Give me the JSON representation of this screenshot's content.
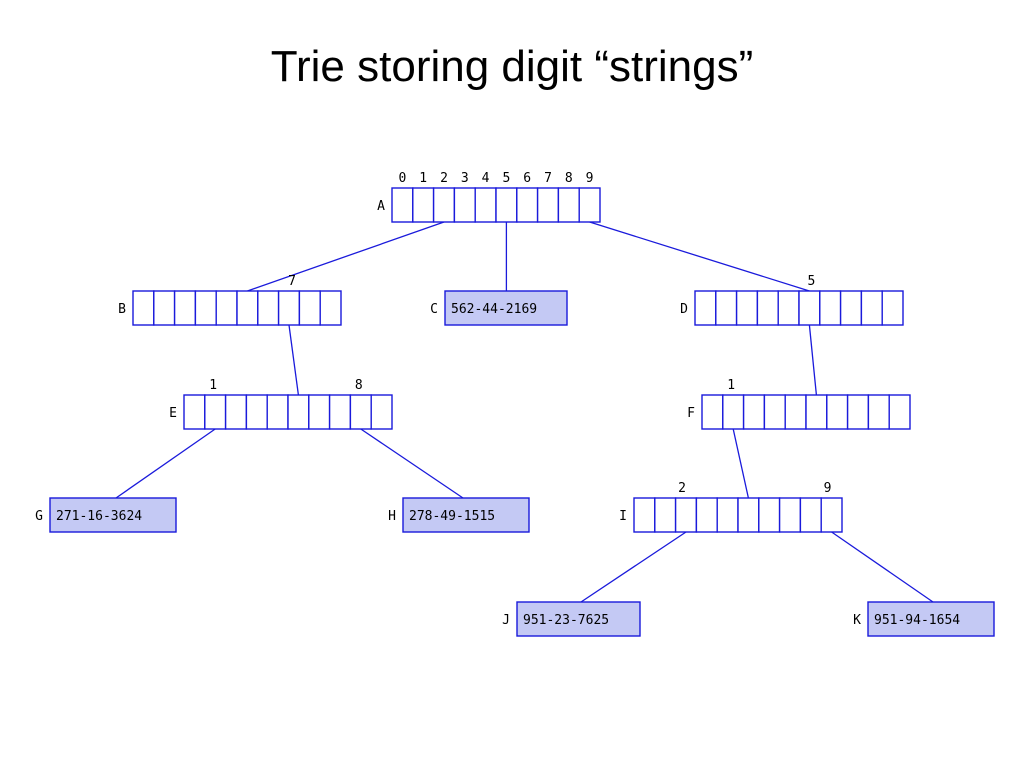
{
  "title": "Trie storing digit “strings”",
  "colors": {
    "line": "#1a1adb",
    "leaf_fill": "#c4c9f4",
    "background": "#ffffff"
  },
  "digit_header": [
    "0",
    "1",
    "2",
    "3",
    "4",
    "5",
    "6",
    "7",
    "8",
    "9"
  ],
  "nodes": [
    {
      "id": "A",
      "label": "A",
      "cells": 10
    },
    {
      "id": "B",
      "label": "B",
      "cells": 10
    },
    {
      "id": "C",
      "label": "C",
      "leaf": "562-44-2169"
    },
    {
      "id": "D",
      "label": "D",
      "cells": 10
    },
    {
      "id": "E",
      "label": "E",
      "cells": 10
    },
    {
      "id": "F",
      "label": "F",
      "cells": 10
    },
    {
      "id": "G",
      "label": "G",
      "leaf": "271-16-3624"
    },
    {
      "id": "H",
      "label": "H",
      "leaf": "278-49-1515"
    },
    {
      "id": "I",
      "label": "I",
      "cells": 10
    },
    {
      "id": "J",
      "label": "J",
      "leaf": "951-23-7625"
    },
    {
      "id": "K",
      "label": "K",
      "leaf": "951-94-1654"
    }
  ],
  "edges": [
    {
      "from": "A",
      "to": "B",
      "digit": "7"
    },
    {
      "from": "A",
      "to": "C",
      "digit": ""
    },
    {
      "from": "A",
      "to": "D",
      "digit": "5"
    },
    {
      "from": "B",
      "to": "E",
      "digit": ""
    },
    {
      "from": "E",
      "to": "G",
      "digit": "1"
    },
    {
      "from": "E",
      "to": "H",
      "digit": "8"
    },
    {
      "from": "D",
      "to": "F",
      "digit": ""
    },
    {
      "from": "F",
      "to": "I",
      "digit": "1"
    },
    {
      "from": "I",
      "to": "J",
      "digit": "2"
    },
    {
      "from": "I",
      "to": "K",
      "digit": "9"
    }
  ]
}
